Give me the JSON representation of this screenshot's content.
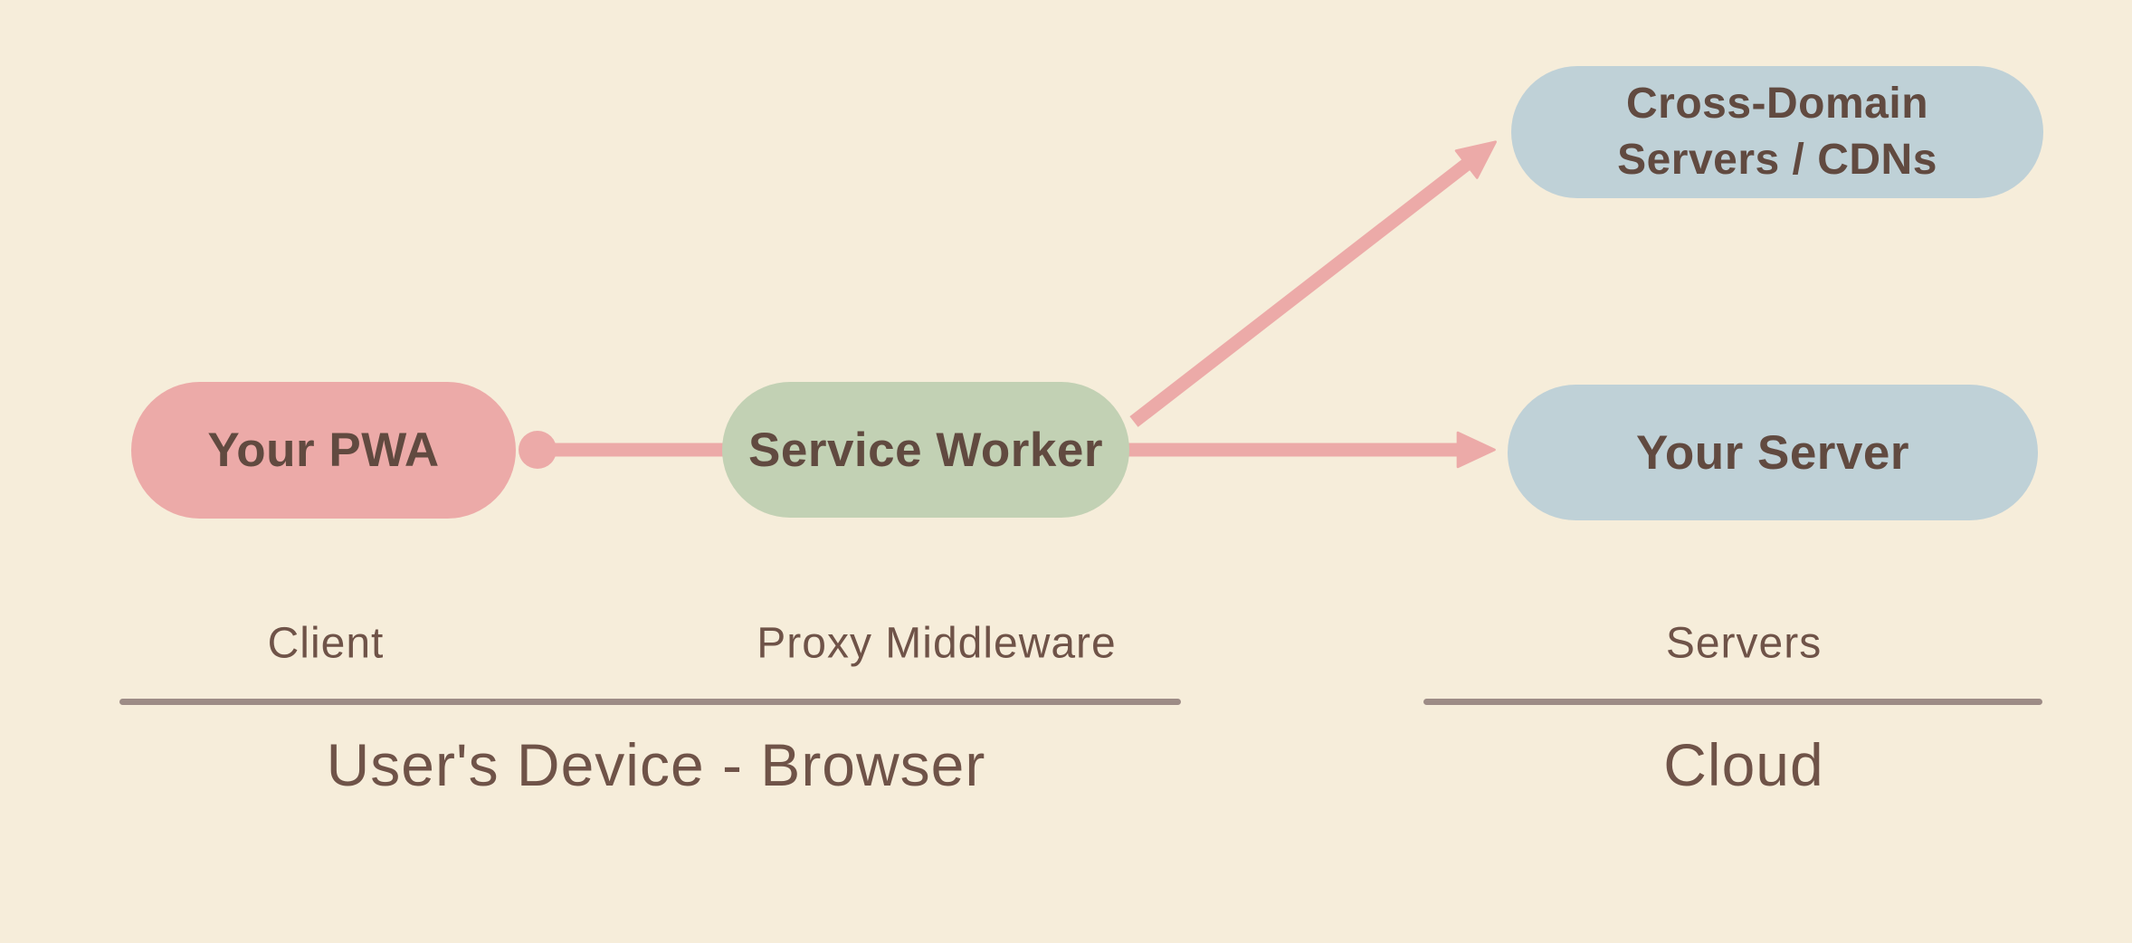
{
  "diagram": {
    "background_color": "#f6edda",
    "nodes": {
      "pwa": {
        "label": "Your PWA",
        "color": "#ecaaa8"
      },
      "service_worker": {
        "label": "Service Worker",
        "color": "#c2d1b4"
      },
      "cross_domain": {
        "label_line1": "Cross-Domain",
        "label_line2": "Servers / CDNs",
        "color": "#bfd1d7"
      },
      "your_server": {
        "label": "Your Server",
        "color": "#bfd1d7"
      }
    },
    "edges": [
      {
        "from": "Your PWA",
        "to": "Service Worker",
        "style": "line-with-dot-endpoint",
        "color": "#ecaaa8"
      },
      {
        "from": "Service Worker",
        "to": "Cross-Domain Servers / CDNs",
        "style": "arrow",
        "color": "#ecaaa8"
      },
      {
        "from": "Service Worker",
        "to": "Your Server",
        "style": "arrow",
        "color": "#ecaaa8"
      }
    ],
    "role_labels": {
      "client": "Client",
      "proxy_middleware": "Proxy Middleware",
      "servers": "Servers"
    },
    "zones": {
      "device": {
        "label": "User's Device - Browser"
      },
      "cloud": {
        "label": "Cloud"
      }
    },
    "text_colors": {
      "node_text": "#614a40",
      "label_text": "#6f5348",
      "divider": "#9d8c86"
    }
  }
}
